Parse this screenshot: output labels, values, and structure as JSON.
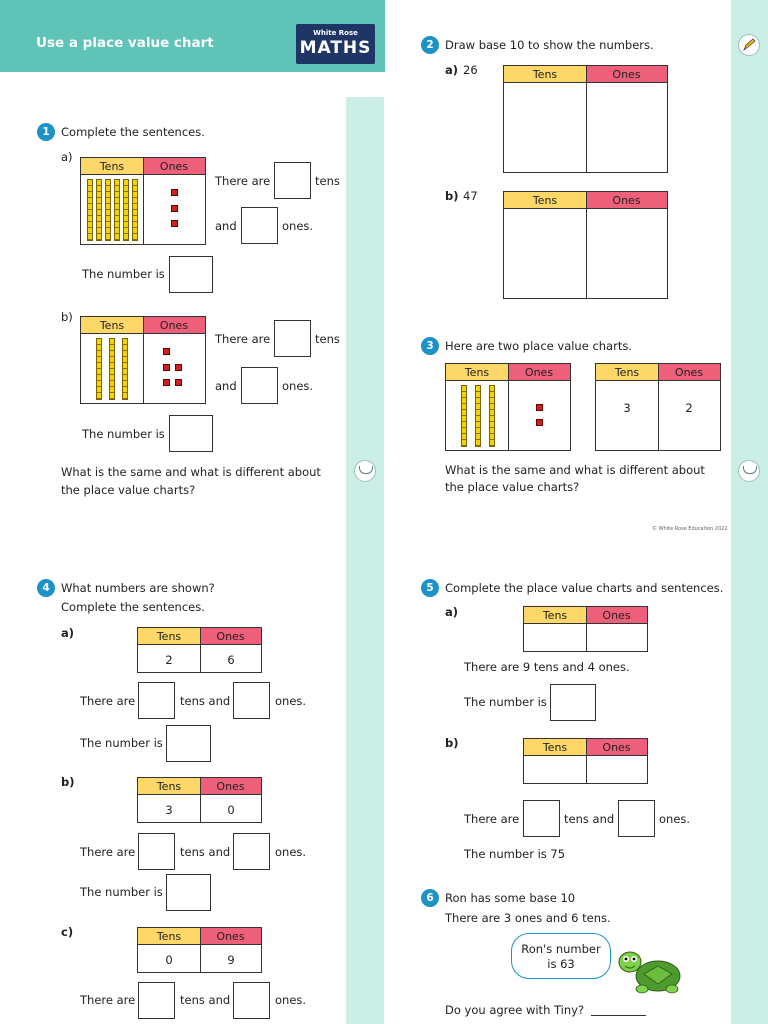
{
  "header": {
    "title": "Use a place value chart",
    "logo_line1": "White Rose",
    "logo_line2": "MATHS"
  },
  "chart": {
    "tens": "Tens",
    "ones": "Ones"
  },
  "labels": {
    "there_are": "There are",
    "tens": "tens",
    "and": "and",
    "ones": "ones.",
    "tens_and": "tens and",
    "number_is": "The number is",
    "a": "a)",
    "b": "b)",
    "c": "c)"
  },
  "q1": {
    "number": "1",
    "prompt": "Complete the sentences.",
    "reflect_line1": "What is the same and what is different about",
    "reflect_line2": "the place value charts?"
  },
  "q2": {
    "number": "2",
    "prompt": "Draw base 10 to show the numbers.",
    "a_value": "26",
    "b_value": "47"
  },
  "q3": {
    "number": "3",
    "prompt": "Here are two place value charts.",
    "tens_value": "3",
    "ones_value": "2",
    "reflect_line1": "What is the same and what is different about",
    "reflect_line2": "the place value charts?"
  },
  "copyright": "© White Rose Education 2022",
  "q4": {
    "number": "4",
    "prompt_line1": "What numbers are shown?",
    "prompt_line2": "Complete the sentences.",
    "a_tens": "2",
    "a_ones": "6",
    "b_tens": "3",
    "b_ones": "0",
    "c_tens": "0",
    "c_ones": "9"
  },
  "q5": {
    "number": "5",
    "prompt": "Complete the place value charts and sentences.",
    "a_sentence": "There are 9 tens and 4 ones.",
    "b_number": "The number is 75"
  },
  "q6": {
    "number": "6",
    "line1": "Ron has some base 10",
    "line2": "There are 3 ones and 6 tens.",
    "speech_line1": "Ron's number",
    "speech_line2": "is 63",
    "question": "Do you agree with Tiny?"
  }
}
